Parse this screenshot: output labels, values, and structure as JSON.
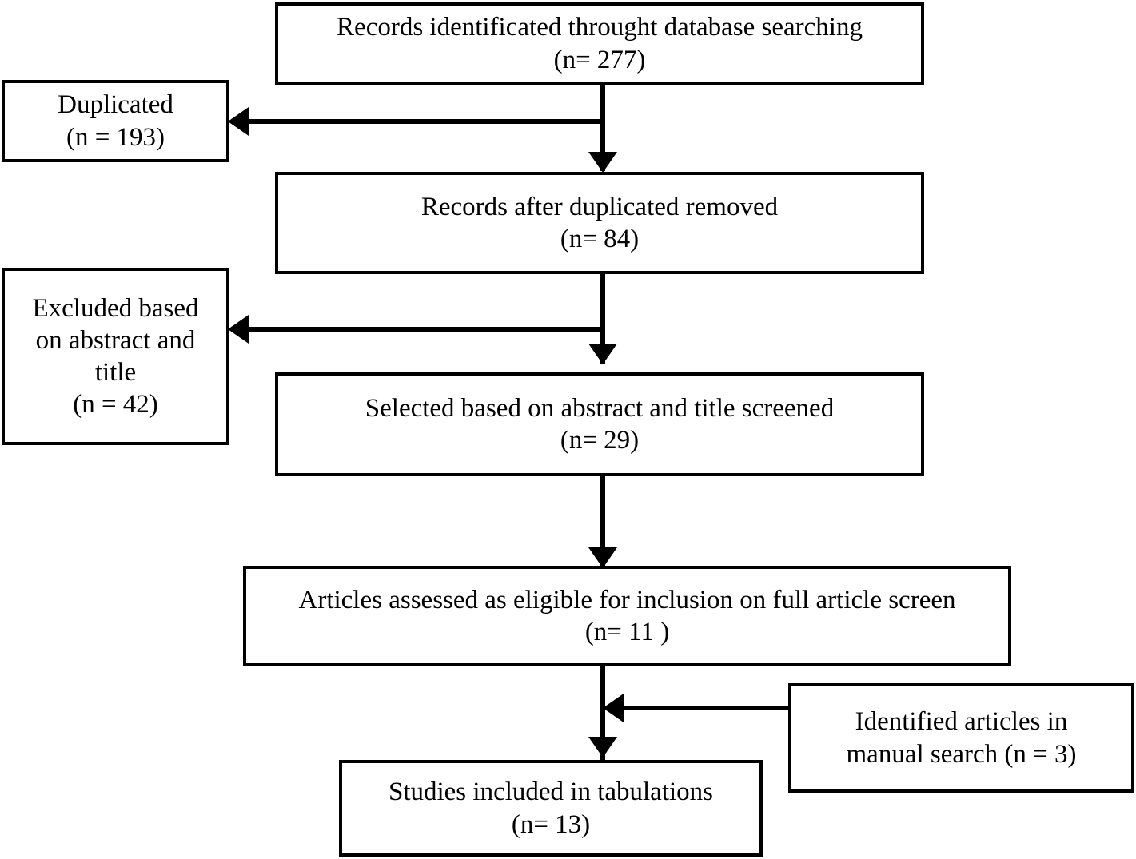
{
  "diagram": {
    "type": "prisma-flow-diagram",
    "title": "PRISMA study selection flow diagram",
    "background_color": "#ffffff",
    "line_color": "#000000",
    "text_color": "#000000"
  },
  "boxes": {
    "identified": {
      "name": "records-identified",
      "line1": "Records identificated throught database searching",
      "line2": "(n= 277)",
      "count": 277
    },
    "duplicated": {
      "name": "duplicated",
      "line1": "Duplicated",
      "line2": "(n = 193)",
      "count": 193
    },
    "after_duplicates": {
      "name": "records-after-duplicates-removed",
      "line1": "Records after duplicated removed",
      "line2": "(n= 84)",
      "count": 84
    },
    "excluded": {
      "name": "excluded-abstract-title",
      "line1": "Excluded based",
      "line2": "on abstract and",
      "line3": "title",
      "line4": "(n = 42)",
      "count": 42
    },
    "selected": {
      "name": "selected-abstract-title-screened",
      "line1": "Selected based on abstract and title screened",
      "line2": "(n= 29)",
      "count": 29
    },
    "eligible": {
      "name": "articles-assessed-eligible",
      "line1": "Articles assessed as eligible for inclusion on full article screen",
      "line2": "(n= 11 )",
      "count": 11
    },
    "manual": {
      "name": "identified-manual-search",
      "line1": "Identified articles in",
      "line2": "manual search (n = 3)",
      "count": 3
    },
    "included": {
      "name": "studies-included-tabulations",
      "line1": "Studies included in tabulations",
      "line2": "(n= 13)",
      "count": 13
    }
  },
  "chart_data": {
    "type": "diagram",
    "title": "PRISMA study selection flow diagram",
    "nodes": [
      {
        "id": "identified",
        "label": "Records identificated throught database searching (n= 277)",
        "value": 277
      },
      {
        "id": "duplicated",
        "label": "Duplicated (n = 193)",
        "value": 193
      },
      {
        "id": "after_duplicates",
        "label": "Records after duplicated removed (n= 84)",
        "value": 84
      },
      {
        "id": "excluded",
        "label": "Excluded based on abstract and title (n = 42)",
        "value": 42
      },
      {
        "id": "selected",
        "label": "Selected based on abstract and title screened (n= 29)",
        "value": 29
      },
      {
        "id": "eligible",
        "label": "Articles assessed as eligible for inclusion on full article screen (n= 11 )",
        "value": 11
      },
      {
        "id": "manual",
        "label": "Identified articles in manual search (n = 3)",
        "value": 3
      },
      {
        "id": "included",
        "label": "Studies included in tabulations (n= 13)",
        "value": 13
      }
    ],
    "edges": [
      {
        "from": "identified",
        "to": "duplicated",
        "direction": "left"
      },
      {
        "from": "identified",
        "to": "after_duplicates",
        "direction": "down"
      },
      {
        "from": "after_duplicates",
        "to": "excluded",
        "direction": "left"
      },
      {
        "from": "after_duplicates",
        "to": "selected",
        "direction": "down"
      },
      {
        "from": "selected",
        "to": "eligible",
        "direction": "down"
      },
      {
        "from": "eligible",
        "to": "included",
        "direction": "down"
      },
      {
        "from": "manual",
        "to": "included",
        "direction": "left"
      }
    ]
  }
}
